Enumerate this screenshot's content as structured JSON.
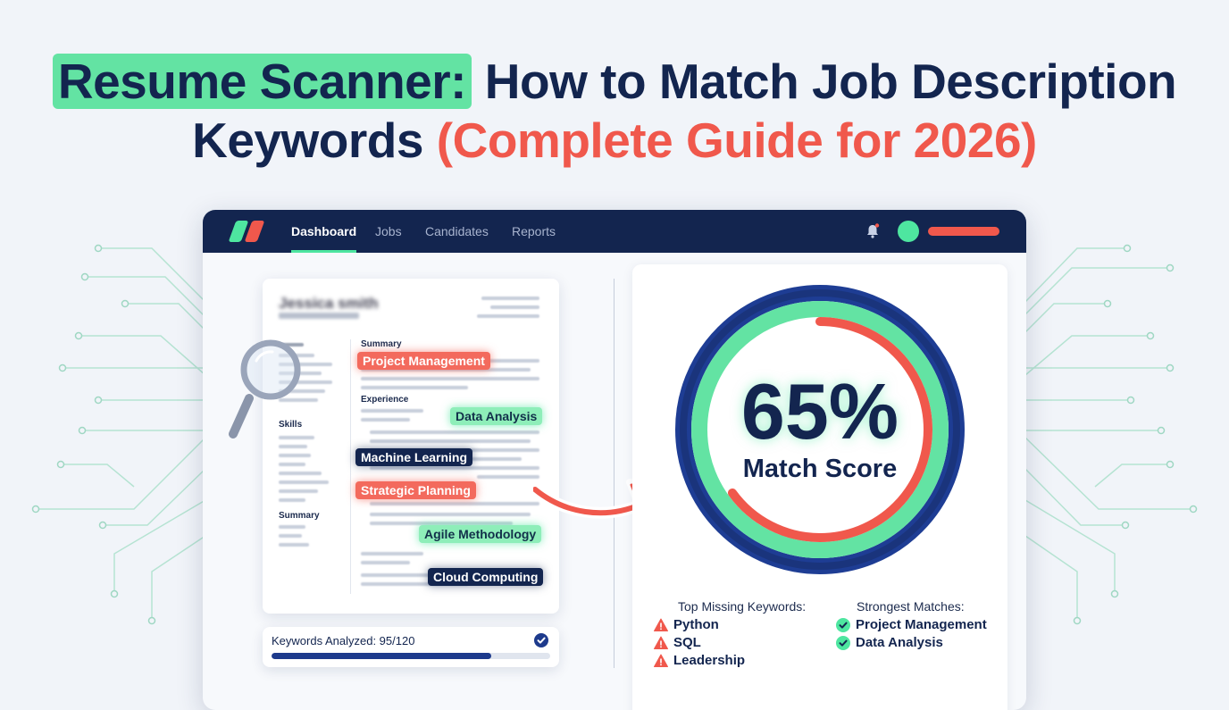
{
  "title": {
    "highlight": "Resume Scanner:",
    "rest_line1": "How to Match Job Description",
    "line2_start": "Keywords",
    "line2_accent": "(Complete Guide for 2026)"
  },
  "nav": {
    "items": [
      {
        "label": "Dashboard",
        "active": true
      },
      {
        "label": "Jobs",
        "active": false
      },
      {
        "label": "Candidates",
        "active": false
      },
      {
        "label": "Reports",
        "active": false
      }
    ]
  },
  "resume": {
    "name": "Jessica smith",
    "sections": {
      "summary_main": "Summary",
      "experience": "Experience",
      "skills": "Skills",
      "summary_side": "Summary"
    },
    "keywords": {
      "k1": "Project Management",
      "k2": "Data Analysis",
      "k3": "Machine Learning",
      "k4": "Strategic Planning",
      "k5": "Agile Methodology",
      "k6": "Cloud Computing"
    }
  },
  "keywords_analyzed": {
    "label": "Keywords Analyzed: 95/120",
    "progress": 0.79
  },
  "score": {
    "value": "65%",
    "label": "Match Score",
    "fraction": 0.65
  },
  "missing": {
    "heading": "Top Missing Keywords:",
    "items": [
      "Python",
      "SQL",
      "Leadership"
    ]
  },
  "matches": {
    "heading": "Strongest Matches:",
    "items": [
      "Project Management",
      "Data Analysis"
    ]
  },
  "colors": {
    "navy": "#13254f",
    "green": "#4ee6a0",
    "red": "#f0584c",
    "blue": "#1d3a8c"
  }
}
